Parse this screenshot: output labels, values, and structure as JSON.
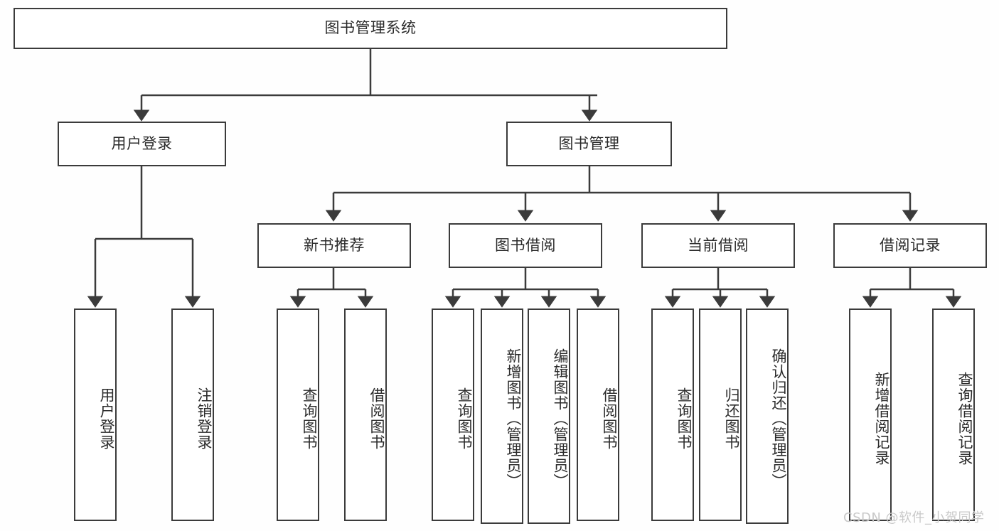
{
  "diagram": {
    "type": "tree",
    "title": "图书管理系统",
    "root": {
      "label": "图书管理系统"
    },
    "level2": [
      {
        "label": "用户登录"
      },
      {
        "label": "图书管理"
      }
    ],
    "level3": [
      {
        "label": "新书推荐"
      },
      {
        "label": "图书借阅"
      },
      {
        "label": "当前借阅"
      },
      {
        "label": "借阅记录"
      }
    ],
    "leaves": {
      "user_login": [
        {
          "label": "用户登录"
        },
        {
          "label": "注销登录"
        }
      ],
      "new_book_recommend": [
        {
          "label": "查询图书"
        },
        {
          "label": "借阅图书"
        }
      ],
      "book_borrow": [
        {
          "label": "查询图书"
        },
        {
          "label": "新增图书（管理员）"
        },
        {
          "label": "编辑图书（管理员）"
        },
        {
          "label": "借阅图书"
        }
      ],
      "current_borrow": [
        {
          "label": "查询图书"
        },
        {
          "label": "归还图书"
        },
        {
          "label": "确认归还（管理员）"
        }
      ],
      "borrow_record": [
        {
          "label": "新增借阅记录"
        },
        {
          "label": "查询借阅记录"
        }
      ]
    }
  },
  "watermark": {
    "text": "CSDN @软件_小贺同学"
  },
  "colors": {
    "stroke": "#3b3b3b",
    "fill": "#ffffff",
    "text": "#2b2b2b",
    "background": "#fefefe",
    "watermark": "#c9c9c9"
  }
}
